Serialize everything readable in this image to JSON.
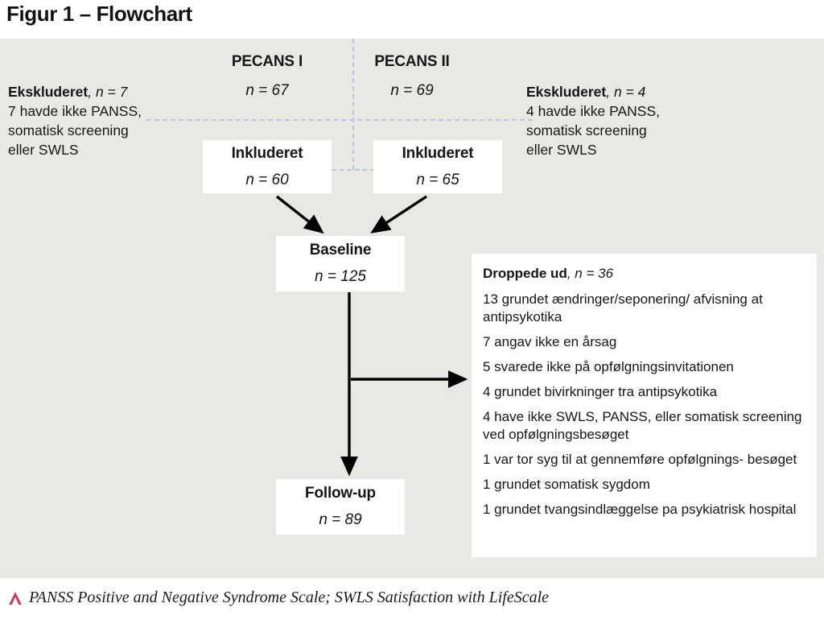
{
  "title": "Figur 1 – Flowchart",
  "colors": {
    "panel_background": "#eae8e4",
    "box_background": "#ffffff",
    "guide_line": "#b8c6e0",
    "arrow": "#000000",
    "footnote_marker": "#c0465a",
    "text": "#161616"
  },
  "columns": [
    {
      "title": "PECANS I",
      "n_label": "n = 67"
    },
    {
      "title": "PECANS II",
      "n_label": "n = 69"
    }
  ],
  "excluded": [
    {
      "heading_label": "Ekskluderet",
      "heading_n": ", n = 7",
      "lines": [
        "7 havde ikke PANSS,",
        "somatisk screening",
        "eller SWLS"
      ]
    },
    {
      "heading_label": "Ekskluderet",
      "heading_n": ", n = 4",
      "lines": [
        "4 havde ikke PANSS,",
        "somatisk screening",
        "eller SWLS"
      ]
    }
  ],
  "nodes": [
    {
      "title": "Inkluderet",
      "n_label": "n = 60"
    },
    {
      "title": "Inkluderet",
      "n_label": "n = 65"
    },
    {
      "title": "Baseline",
      "n_label": "n = 125"
    },
    {
      "title": "Follow-up",
      "n_label": "n = 89"
    }
  ],
  "dropout": {
    "heading_label": "Droppede ud",
    "heading_n": ", n = 36",
    "items": [
      "13 grundet ændringer/seponering/ afvisning at antipsykotika",
      "7 angav ikke en årsag",
      "5 svarede ikke på opfølgningsinvitationen",
      "4 grundet bivirkninger tra antipsykotika",
      "4 have ikke SWLS, PANSS, eller somatisk screening ved opfølgningsbesøget",
      "1 var tor syg til at gennemføre opfølgnings- besøget",
      "1 grundet somatisk sygdom",
      "1 grundet tvangsindlæggelse pa psykiatrisk hospital"
    ]
  },
  "footnote": {
    "marker": "caret-up-icon",
    "text": "PANSS Positive and Negative Syndrome Scale; SWLS Satisfaction with LifeScale"
  }
}
